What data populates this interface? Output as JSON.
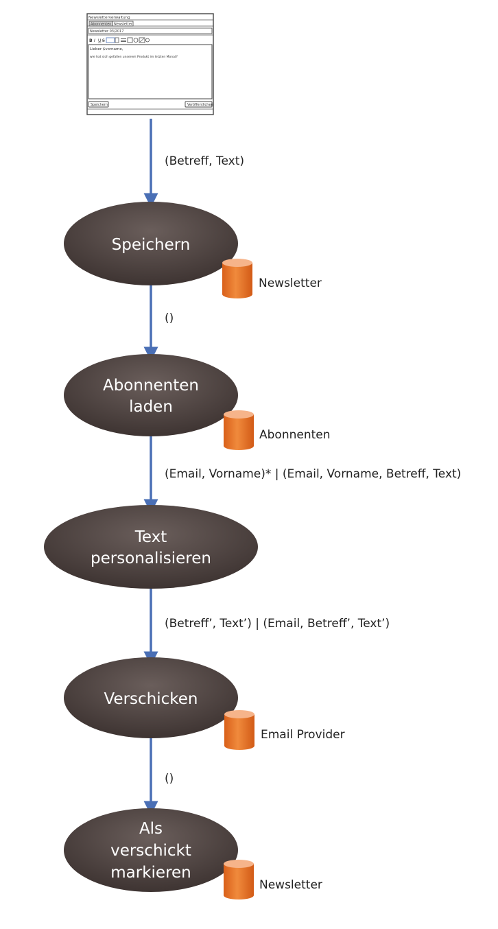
{
  "mockup": {
    "window_title": "Newsletterverwaltung",
    "tabs": [
      "Abonnenten",
      "Newsletter"
    ],
    "subject": "Newsletter 03/2017",
    "toolbar_icons": [
      "bold-icon",
      "italic-icon",
      "underline-icon",
      "strikethrough-icon",
      "font-size-icon",
      "align-icon",
      "list-icon",
      "undo-icon",
      "redo-icon",
      "image-icon",
      "link-icon"
    ],
    "toolbar_glyphs": [
      "B",
      "I",
      "U",
      "S"
    ],
    "body_greeting": "Lieber $vorname,",
    "body_text": "wie hat sich gefallen unserem Produkt im letzten Monat?",
    "save_button": "Speichern",
    "publish_button": "Veröffentlichen"
  },
  "nodes": [
    {
      "id": "speichern",
      "lines": [
        "Speichern"
      ]
    },
    {
      "id": "abonnenten-laden",
      "lines": [
        "Abonnenten",
        "laden"
      ]
    },
    {
      "id": "text-personalisieren",
      "lines": [
        "Text",
        "personalisieren"
      ]
    },
    {
      "id": "verschicken",
      "lines": [
        "Verschicken"
      ]
    },
    {
      "id": "als-verschickt-markieren",
      "lines": [
        "Als",
        "verschickt",
        "markieren"
      ]
    }
  ],
  "edges": [
    {
      "from": "mockup",
      "to": "speichern",
      "label": "(Betreff, Text)"
    },
    {
      "from": "speichern",
      "to": "abonnenten-laden",
      "label": "()"
    },
    {
      "from": "abonnenten-laden",
      "to": "text-personalisieren",
      "label": "(Email, Vorname)* | (Email, Vorname, Betreff, Text)"
    },
    {
      "from": "text-personalisieren",
      "to": "verschicken",
      "label": "(Betreff’, Text’) | (Email, Betreff’, Text’)"
    },
    {
      "from": "verschicken",
      "to": "als-verschickt-markieren",
      "label": "()"
    }
  ],
  "stores": [
    {
      "node": "speichern",
      "label": "Newsletter"
    },
    {
      "node": "abonnenten-laden",
      "label": "Abonnenten"
    },
    {
      "node": "verschicken",
      "label": "Email Provider"
    },
    {
      "node": "als-verschickt-markieren",
      "label": "Newsletter"
    }
  ],
  "colors": {
    "node_fill": "#3e3432",
    "node_fill_light": "#6a5e5b",
    "arrow": "#4a6fb5",
    "store_fill": "#e8711f",
    "store_top": "#f6b48a"
  }
}
